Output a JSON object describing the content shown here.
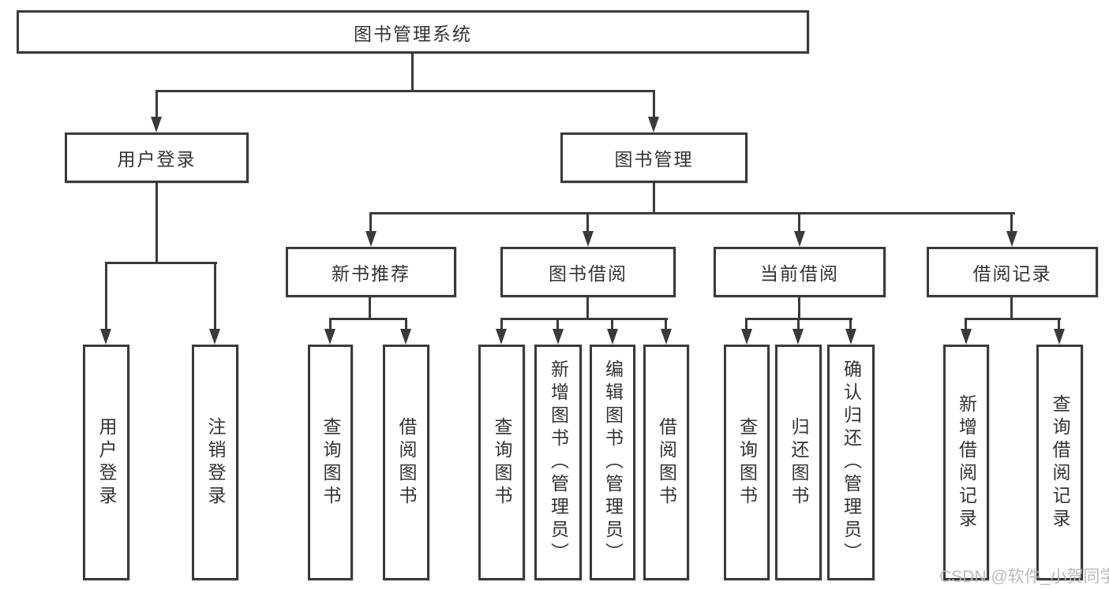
{
  "diagram": {
    "title_node": "图书管理系统",
    "branches": {
      "user_login": {
        "label": "用户登录",
        "children": [
          "用户登录",
          "注销登录"
        ]
      },
      "book_mgmt": {
        "label": "图书管理",
        "sections": [
          {
            "label": "新书推荐",
            "children": [
              "查询图书",
              "借阅图书"
            ]
          },
          {
            "label": "图书借阅",
            "children": [
              "查询图书",
              "新增图书（管理员）",
              "编辑图书（管理员）",
              "借阅图书"
            ]
          },
          {
            "label": "当前借阅",
            "children": [
              "查询图书",
              "归还图书",
              "确认归还（管理员）"
            ]
          },
          {
            "label": "借阅记录",
            "children": [
              "新增借阅记录",
              "查询借阅记录"
            ]
          }
        ]
      }
    },
    "watermark": "CSDN @软件_小贺同学",
    "colors": {
      "line": "#3a3a3a",
      "text": "#333333",
      "watermark": "#b7b7b7",
      "background": "#ffffff"
    }
  }
}
